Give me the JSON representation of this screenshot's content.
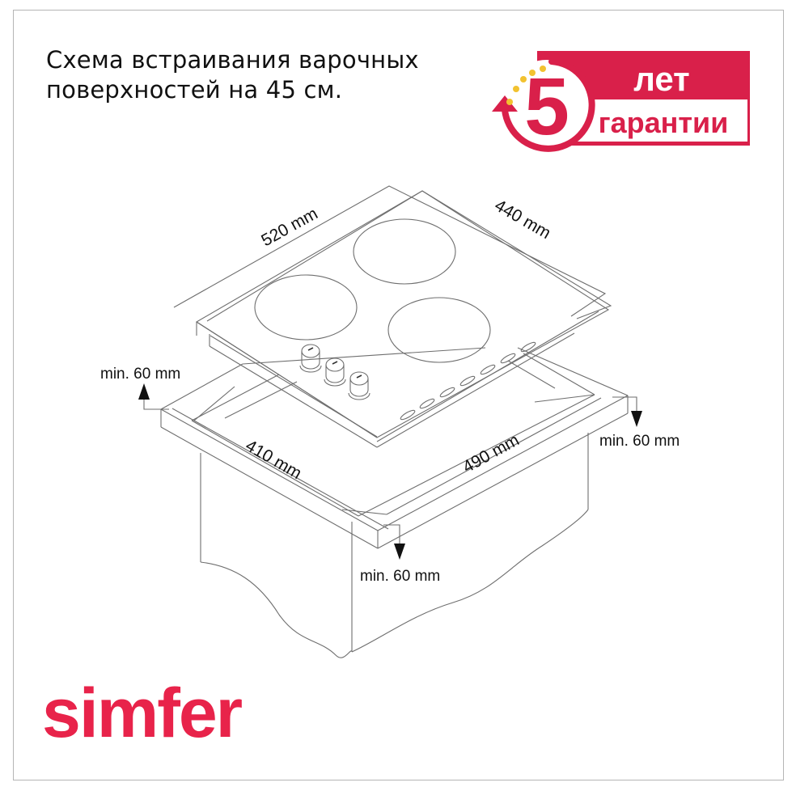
{
  "title": {
    "line1": "Схема встраивания варочных",
    "line2": "поверхностей на 45 см."
  },
  "warranty_badge": {
    "number": "5",
    "word_top": "лет",
    "word_bottom": "гарантии",
    "color": "#d9204a",
    "star_color": "#f2c230",
    "icons": [
      "circular-arrow-icon",
      "star-icon"
    ]
  },
  "diagram": {
    "hob": {
      "width_label": "520 mm",
      "depth_label": "440 mm",
      "burners": 3,
      "knobs": 3
    },
    "cutout": {
      "width_label": "490 mm",
      "depth_label": "410 mm"
    },
    "clearances": {
      "back": "min. 60 mm",
      "side": "min. 60 mm",
      "front": "min. 60 mm"
    },
    "line_color": "#6e6e6e"
  },
  "brand": {
    "logo_text": "simfer",
    "color": "#e8234a"
  }
}
